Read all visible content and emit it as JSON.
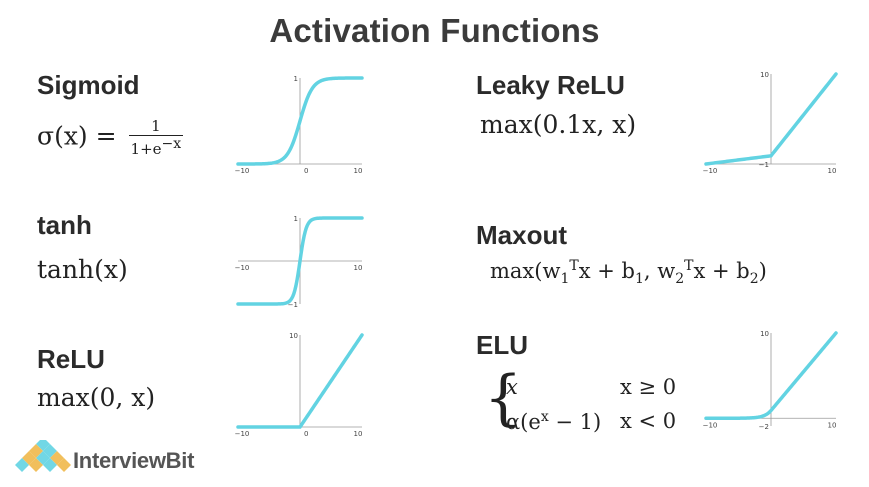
{
  "title": "Activation Functions",
  "functions": {
    "sigmoid": {
      "name": "Sigmoid",
      "formula_lhs": "σ(x) =",
      "frac_num": "1",
      "frac_den": "1+e",
      "frac_den_exp": "−x",
      "ticks": {
        "xmin": "−10",
        "xmax": "10",
        "origin": "0",
        "ymax": "1"
      }
    },
    "tanh": {
      "name": "tanh",
      "formula": "tanh(x)",
      "ticks": {
        "xmin": "−10",
        "xmax": "10",
        "ymax": "1",
        "ymin": "−1"
      }
    },
    "relu": {
      "name": "ReLU",
      "formula": "max(0, x)",
      "ticks": {
        "xmin": "−10",
        "xmax": "10",
        "origin": "0",
        "ymax": "10"
      }
    },
    "leaky_relu": {
      "name": "Leaky ReLU",
      "formula": "max(0.1x, x)",
      "ticks": {
        "xmin": "−10",
        "xmax": "10",
        "ymin": "−1",
        "ymax": "10"
      }
    },
    "maxout": {
      "name": "Maxout",
      "formula_a": "max(w",
      "w1_sub": "1",
      "w1_sup": "T",
      "formula_b": "x + b",
      "b1_sub": "1",
      "formula_c": ", w",
      "w2_sub": "2",
      "w2_sup": "T",
      "formula_d": "x + b",
      "b2_sub": "2",
      "formula_e": ")"
    },
    "elu": {
      "name": "ELU",
      "row1_value": "x",
      "row1_cond": "x ≥ 0",
      "row2_value_a": "α(e",
      "row2_value_exp": "x",
      "row2_value_b": " − 1)",
      "row2_cond": "x < 0",
      "ticks": {
        "xmin": "−10",
        "xmax": "10",
        "ymin": "−2",
        "ymax": "10"
      }
    }
  },
  "chart_data": [
    {
      "type": "line",
      "name": "Sigmoid",
      "x": [
        -10,
        -6,
        -4,
        -2,
        0,
        2,
        4,
        6,
        10
      ],
      "y": [
        0,
        0.0025,
        0.018,
        0.12,
        0.5,
        0.88,
        0.982,
        0.9975,
        1
      ],
      "xlim": [
        -10,
        10
      ],
      "ylim": [
        0,
        1
      ]
    },
    {
      "type": "line",
      "name": "tanh",
      "x": [
        -10,
        -3,
        -1,
        0,
        1,
        3,
        10
      ],
      "y": [
        -1,
        -0.995,
        -0.76,
        0,
        0.76,
        0.995,
        1
      ],
      "xlim": [
        -10,
        10
      ],
      "ylim": [
        -1,
        1
      ]
    },
    {
      "type": "line",
      "name": "ReLU",
      "x": [
        -10,
        0,
        10
      ],
      "y": [
        0,
        0,
        10
      ],
      "xlim": [
        -10,
        10
      ],
      "ylim": [
        0,
        10
      ]
    },
    {
      "type": "line",
      "name": "Leaky ReLU",
      "x": [
        -10,
        0,
        10
      ],
      "y": [
        -1,
        0,
        10
      ],
      "xlim": [
        -10,
        10
      ],
      "ylim": [
        -1,
        10
      ]
    },
    {
      "type": "line",
      "name": "ELU",
      "x": [
        -10,
        -4,
        -2,
        -1,
        0,
        10
      ],
      "y": [
        -1,
        -0.98,
        -0.86,
        -0.63,
        0,
        10
      ],
      "xlim": [
        -10,
        10
      ],
      "ylim": [
        -2,
        10
      ]
    }
  ],
  "logo": {
    "text": "InterviewBit",
    "color": "#555555",
    "accent": "#62d3e2"
  },
  "colors": {
    "curve": "#62d3e2",
    "axis": "#9a9a9a"
  }
}
